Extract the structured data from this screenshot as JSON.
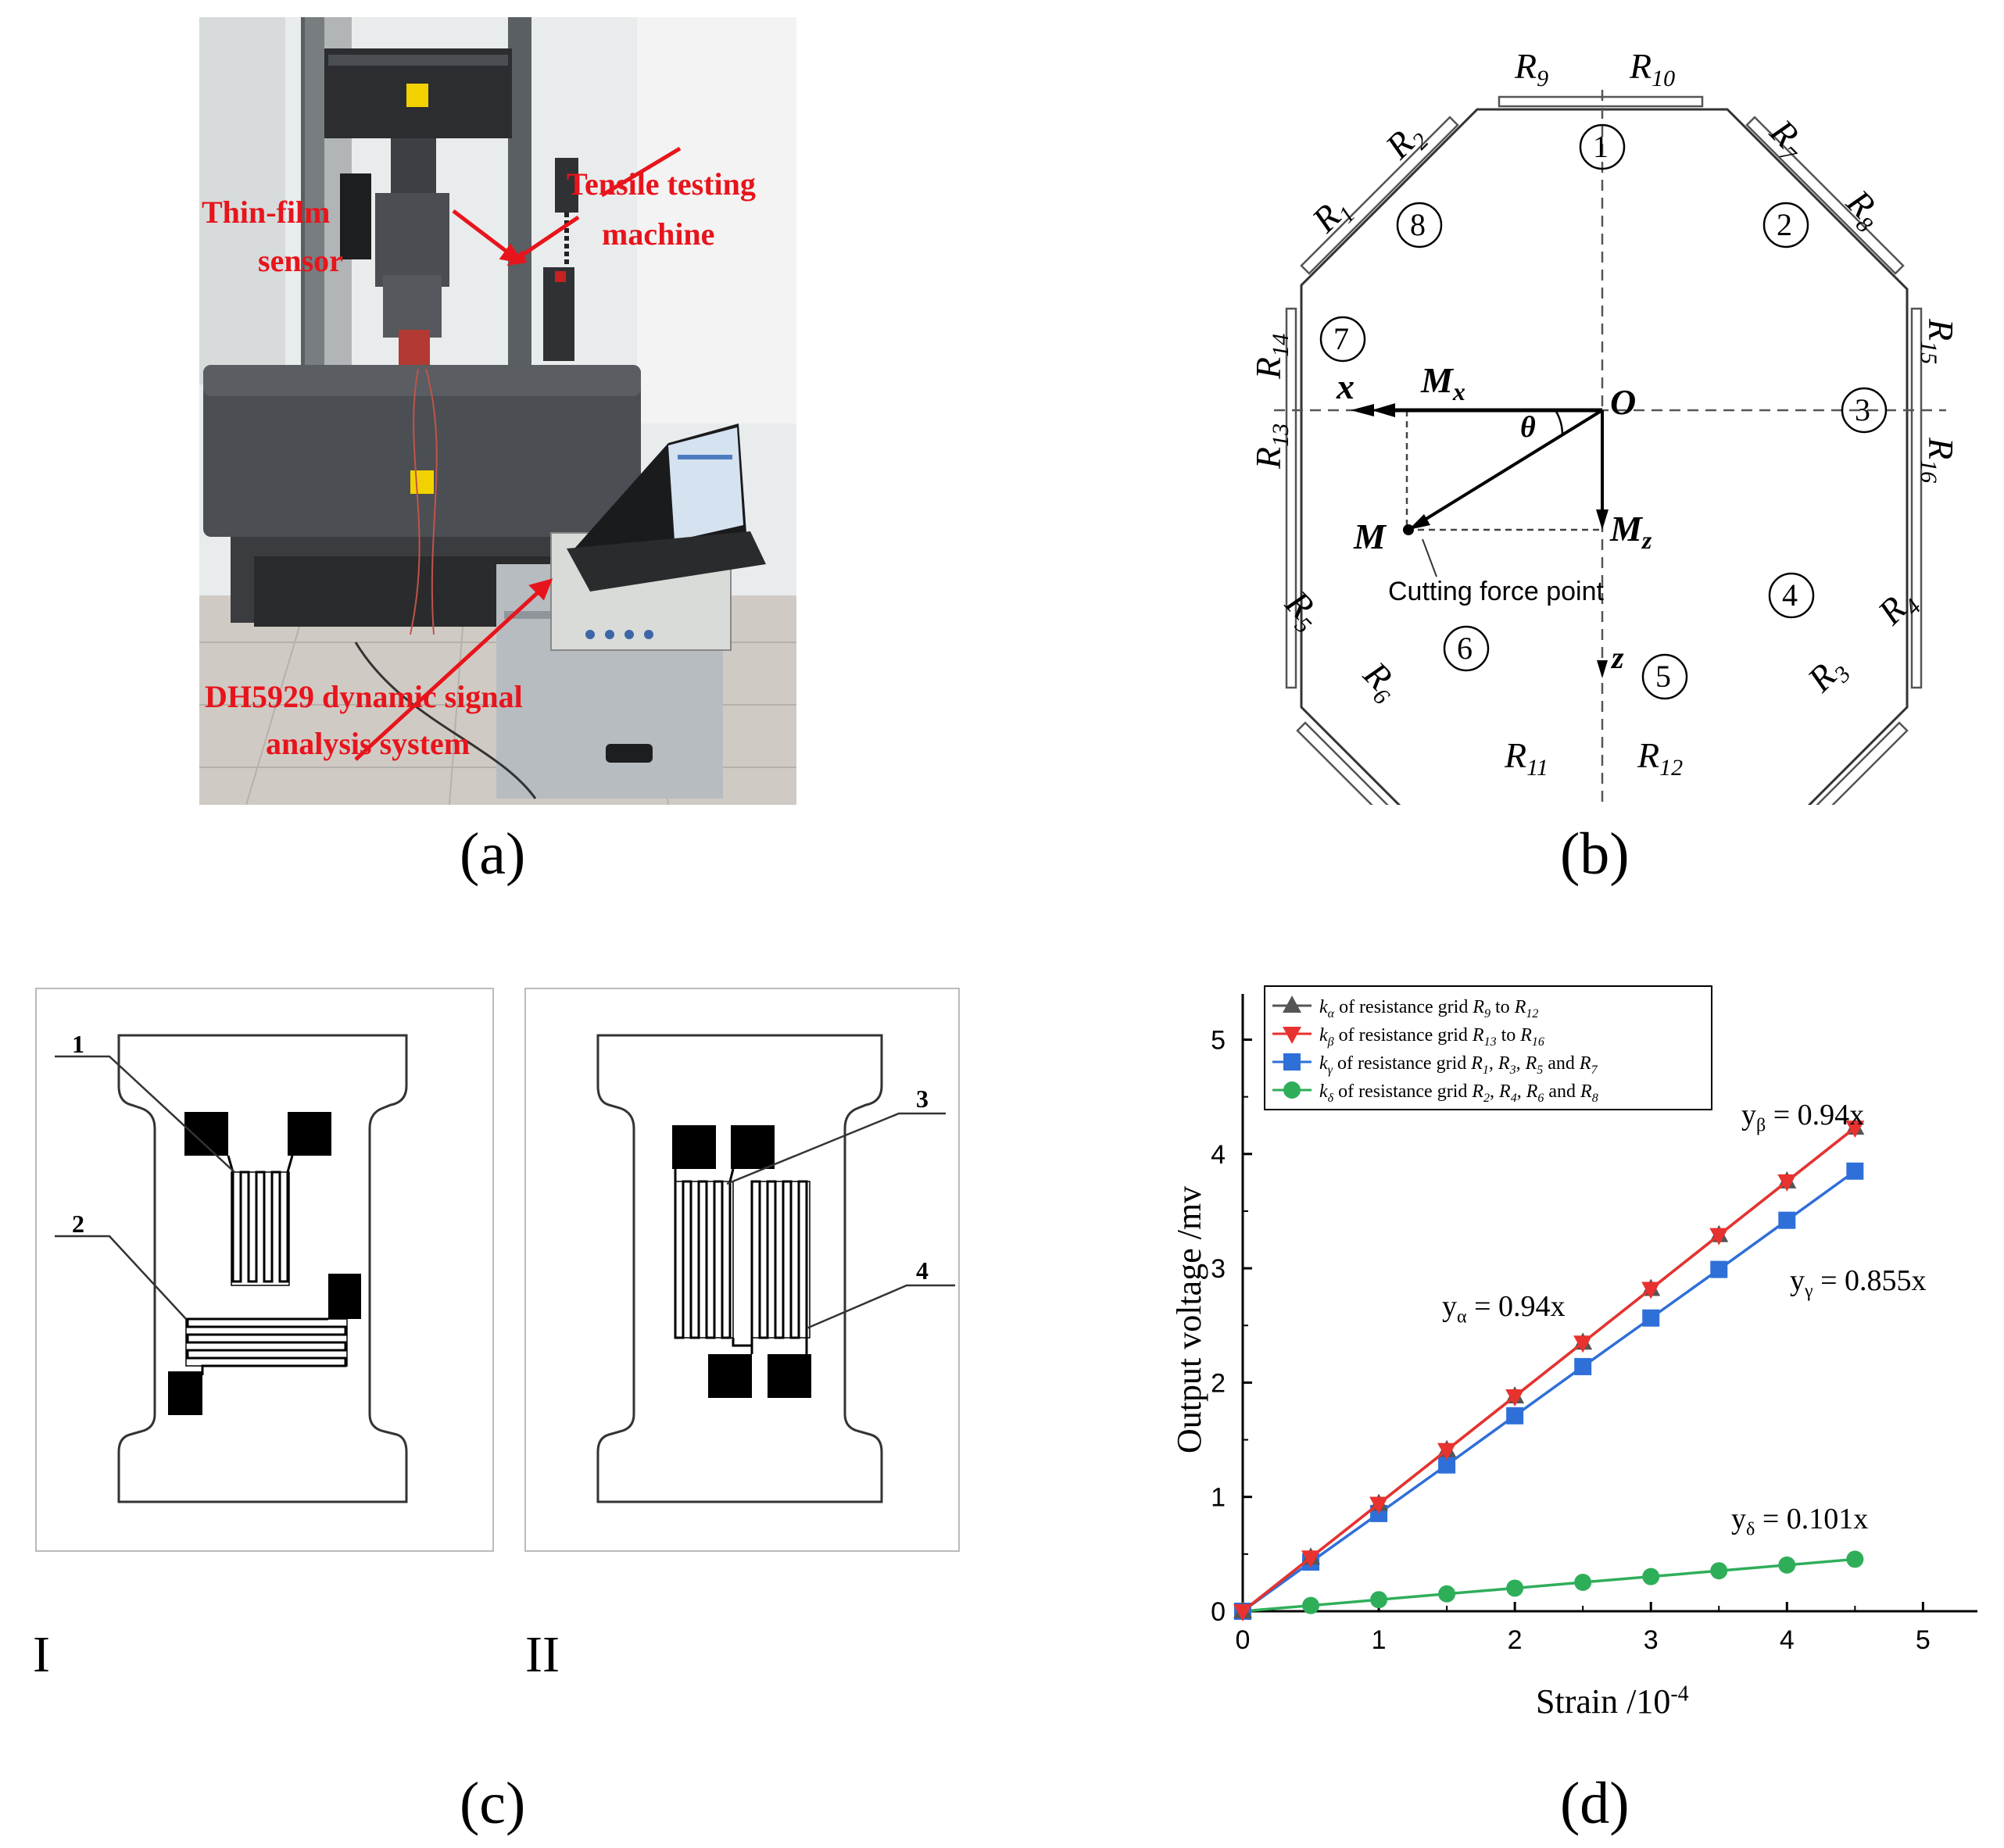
{
  "panels": {
    "a": {
      "label": "(a)",
      "annotations": {
        "tensile_1": "Tensile testing",
        "tensile_2": "machine",
        "film_1": "Thin-film",
        "film_2": "sensor",
        "dh_1": "DH5929 dynamic signal",
        "dh_2": "analysis system"
      },
      "annotation_color": "#e8141c"
    },
    "b": {
      "label": "(b)",
      "resistors": {
        "r1": {
          "s": "R",
          "sub": "1"
        },
        "r2": {
          "s": "R",
          "sub": "2"
        },
        "r3": {
          "s": "R",
          "sub": "3"
        },
        "r4": {
          "s": "R",
          "sub": "4"
        },
        "r5": {
          "s": "R",
          "sub": "5"
        },
        "r6": {
          "s": "R",
          "sub": "6"
        },
        "r7": {
          "s": "R",
          "sub": "7"
        },
        "r8": {
          "s": "R",
          "sub": "8"
        },
        "r9": {
          "s": "R",
          "sub": "9"
        },
        "r10": {
          "s": "R",
          "sub": "10"
        },
        "r11": {
          "s": "R",
          "sub": "11"
        },
        "r12": {
          "s": "R",
          "sub": "12"
        },
        "r13": {
          "s": "R",
          "sub": "13"
        },
        "r14": {
          "s": "R",
          "sub": "14"
        },
        "r15": {
          "s": "R",
          "sub": "15"
        },
        "r16": {
          "s": "R",
          "sub": "16"
        }
      },
      "zones": [
        "1",
        "2",
        "3",
        "4",
        "5",
        "6",
        "7",
        "8"
      ],
      "labels": {
        "origin": "O",
        "x_axis": "x",
        "z_axis": "z",
        "mx_main": "M",
        "mx_sub": "x",
        "mz_main": "M",
        "mz_sub": "z",
        "m": "M",
        "theta": "θ",
        "cutting": "Cutting force point"
      }
    },
    "c": {
      "label": "(c)",
      "sub_i": "I",
      "sub_ii": "II",
      "callouts": [
        "1",
        "2",
        "3",
        "4"
      ]
    },
    "d": {
      "label": "(d)",
      "equations": {
        "beta_pre": "y",
        "beta_sub": "β",
        "beta_post": " = 0.94x",
        "alpha_pre": "y",
        "alpha_sub": "α",
        "alpha_post": " = 0.94x",
        "gamma_pre": "y",
        "gamma_sub": "γ",
        "gamma_post": " = 0.855x",
        "delta_pre": "y",
        "delta_sub": "δ",
        "delta_post": " = 0.101x"
      }
    }
  },
  "chart_data": {
    "type": "line",
    "xlabel": "Strain /10",
    "xlabel_exp": "-4",
    "ylabel": "Output voltage /mv",
    "xlim": [
      0,
      5.4
    ],
    "ylim": [
      0,
      5.4
    ],
    "xticks": [
      0,
      1,
      2,
      3,
      4,
      5
    ],
    "yticks": [
      0,
      1,
      2,
      3,
      4,
      5
    ],
    "x": [
      0,
      0.5,
      1,
      1.5,
      2,
      2.5,
      3,
      3.5,
      4,
      4.5
    ],
    "grid": false,
    "legend_position": "top-left",
    "series": [
      {
        "name": "k_α of resistance grid R_9 to R_12",
        "legend": {
          "k": "k",
          "ks": "α",
          "t1": " of resistance grid ",
          "r1": "R",
          "r1s": "9",
          "t2": " to ",
          "r2": "R",
          "r2s": "12",
          "t3": "",
          "r3": "",
          "r3s": "",
          "t4": "",
          "r4": "",
          "r4s": ""
        },
        "color": "#555555",
        "marker": "triangle-up",
        "values": [
          0,
          0.47,
          0.94,
          1.41,
          1.88,
          2.35,
          2.82,
          3.29,
          3.76,
          4.23
        ]
      },
      {
        "name": "k_β of resistance grid R_13 to R_16",
        "legend": {
          "k": "k",
          "ks": "β",
          "t1": " of resistance grid ",
          "r1": "R",
          "r1s": "13",
          "t2": " to ",
          "r2": "R",
          "r2s": "16",
          "t3": "",
          "r3": "",
          "r3s": "",
          "t4": "",
          "r4": "",
          "r4s": ""
        },
        "color": "#e8322f",
        "marker": "triangle-down",
        "values": [
          0,
          0.47,
          0.94,
          1.41,
          1.88,
          2.35,
          2.82,
          3.29,
          3.76,
          4.23
        ]
      },
      {
        "name": "k_γ of resistance grid R_1, R_3, R_5 and R_7",
        "legend": {
          "k": "k",
          "ks": "γ",
          "t1": " of resistance grid ",
          "r1": "R",
          "r1s": "1",
          "t2": ",  ",
          "r2": "R",
          "r2s": "3",
          "t3": ",  ",
          "r3": "R",
          "r3s": "5",
          "t4": " and ",
          "r4": "R",
          "r4s": "7"
        },
        "color": "#2f6fd8",
        "marker": "square",
        "values": [
          0,
          0.43,
          0.855,
          1.28,
          1.71,
          2.14,
          2.565,
          2.99,
          3.42,
          3.85
        ]
      },
      {
        "name": "k_δ of resistance grid R_2, R_4, R_6 and R_8",
        "legend": {
          "k": "k",
          "ks": "δ",
          "t1": " of resistance grid ",
          "r1": "R",
          "r1s": "2",
          "t2": ",  ",
          "r2": "R",
          "r2s": "4",
          "t3": ",  ",
          "r3": "R",
          "r3s": "6",
          "t4": " and ",
          "r4": "R",
          "r4s": "8"
        },
        "color": "#2fae5a",
        "marker": "circle",
        "values": [
          0,
          0.05,
          0.101,
          0.152,
          0.202,
          0.253,
          0.303,
          0.354,
          0.404,
          0.455
        ]
      }
    ]
  }
}
